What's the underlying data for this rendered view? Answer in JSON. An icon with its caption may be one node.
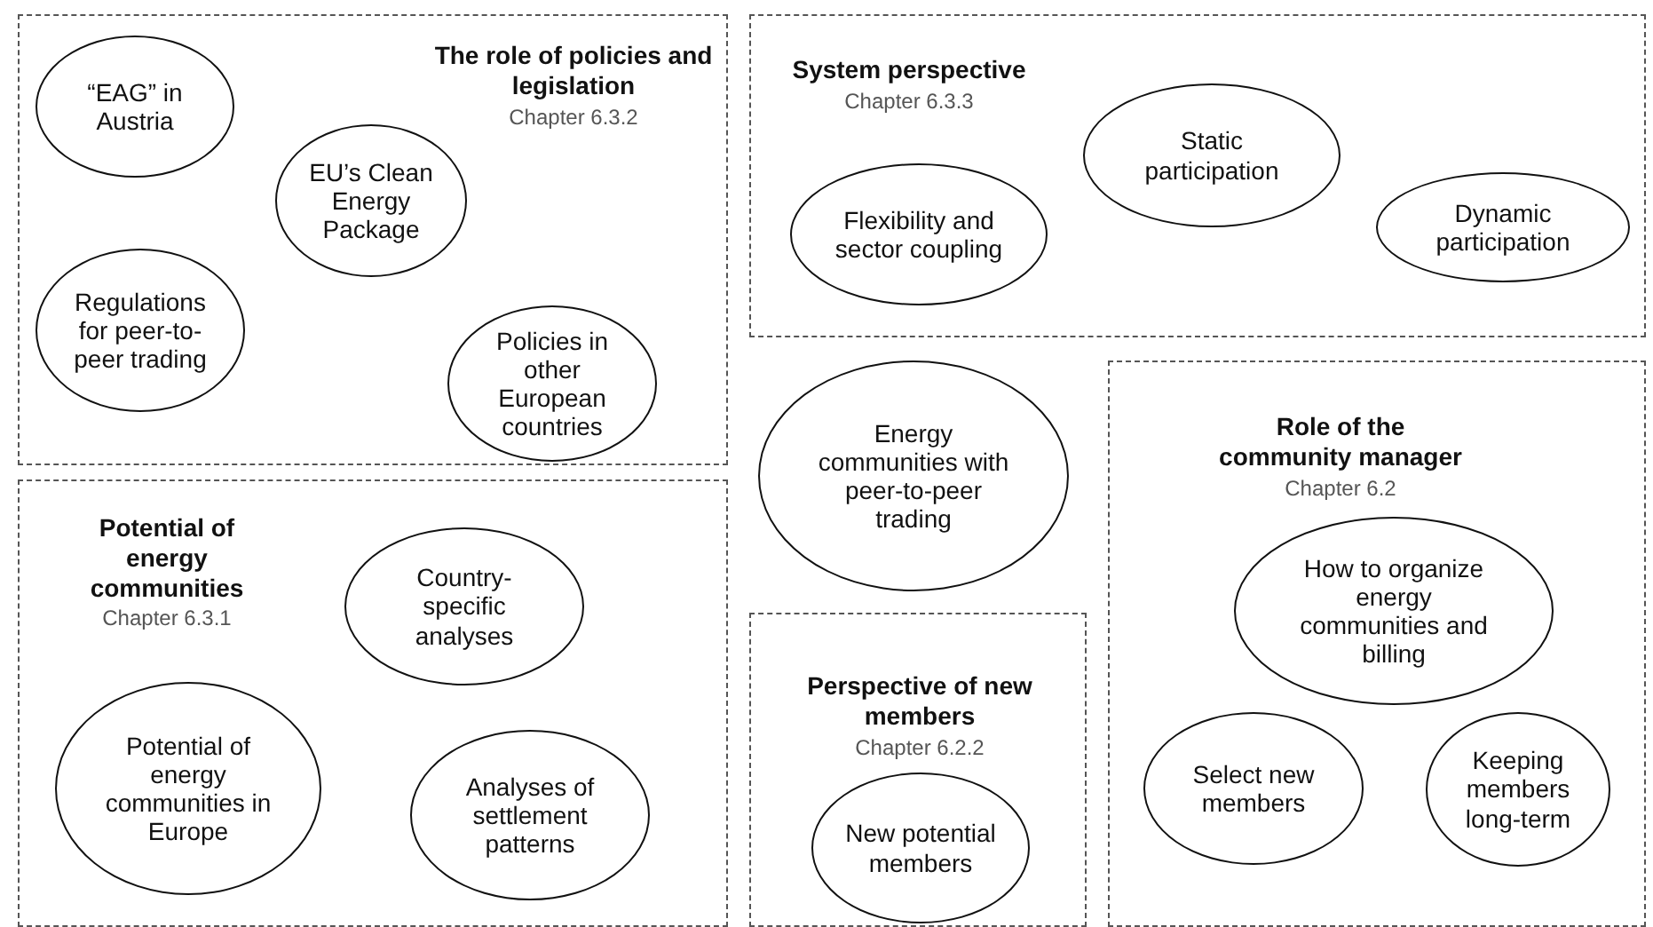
{
  "diagram": {
    "nodes": [
      {
        "text": [
          "The role of policies and legislation",
          "Chapter 6.3.2"
        ]
      },
      {
        "text": [
          "“EAG” in Austria"
        ],
        "in": 0
      },
      {
        "text": [
          "EU’s Clean Energy Package"
        ],
        "in": 0
      },
      {
        "text": [
          "Regulations for peer-to-peer trading"
        ],
        "in": 0
      },
      {
        "text": [
          "Policies in other European countries"
        ],
        "in": 0
      },
      {
        "text": [
          "System perspective",
          "Chapter 6.3.3"
        ]
      },
      {
        "text": [
          "Flexibility and sector coupling"
        ],
        "in": 5
      },
      {
        "text": [
          "Static participation"
        ],
        "in": 5
      },
      {
        "text": [
          "Dynamic participation"
        ],
        "in": 5
      },
      {
        "text": [
          "Energy communities with peer-to-peer trading"
        ]
      },
      {
        "text": [
          "Potential of energy communities",
          "Chapter 6.3.1"
        ]
      },
      {
        "text": [
          "Country-specific analyses"
        ],
        "in": 10
      },
      {
        "text": [
          "Potential of energy communities in Europe"
        ],
        "in": 10
      },
      {
        "text": [
          "Analyses of settlement patterns"
        ],
        "in": 10
      },
      {
        "text": [
          "Perspective of new members",
          "Chapter 6.2.2"
        ]
      },
      {
        "text": [
          "New potential members"
        ],
        "in": 14
      },
      {
        "text": [
          "Role of the community manager",
          "Chapter 6.2"
        ]
      },
      {
        "text": [
          "How to organize energy communities and billing"
        ],
        "in": 16
      },
      {
        "text": [
          "Select new members"
        ],
        "in": 16
      },
      {
        "text": [
          "Keeping members long-term"
        ],
        "in": 16
      }
    ]
  }
}
